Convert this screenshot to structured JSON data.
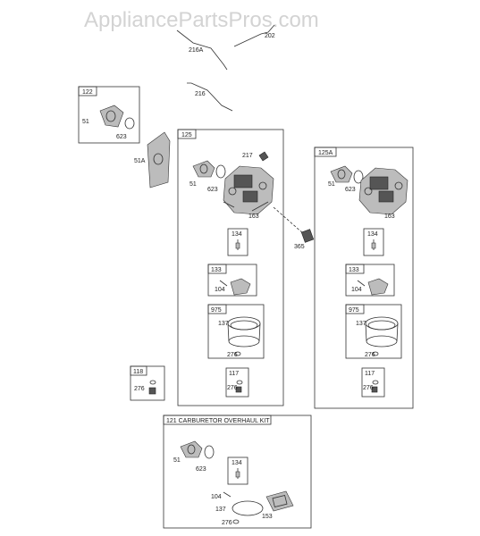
{
  "watermark": "AppliancePartsPros.com",
  "boxes": {
    "b122": "122",
    "b125": "125",
    "b125a": "125A",
    "b134": "134",
    "b133": "133",
    "b975": "975",
    "b117": "117",
    "b118": "118",
    "b134r": "134",
    "b133r": "133",
    "b975r": "975",
    "b117r": "117",
    "b121": "121 CARBURETOR OVERHAUL KIT",
    "b134k": "134"
  },
  "labels": {
    "l202": "202",
    "l216a": "216A",
    "l216": "216",
    "l51a": "51A",
    "l122_51": "51",
    "l122_623": "623",
    "l125_51": "51",
    "l125_623": "623",
    "l217": "217",
    "l163": "163",
    "l365": "365",
    "l104": "104",
    "l137": "137",
    "l276a": "276",
    "l276b": "276",
    "l118_276": "276",
    "r51": "51",
    "r623": "623",
    "r163": "163",
    "r104": "104",
    "r137": "137",
    "r276a": "276",
    "r276b": "276",
    "k51": "51",
    "k623": "623",
    "k104": "104",
    "k137": "137",
    "k276": "276",
    "k153": "153"
  }
}
